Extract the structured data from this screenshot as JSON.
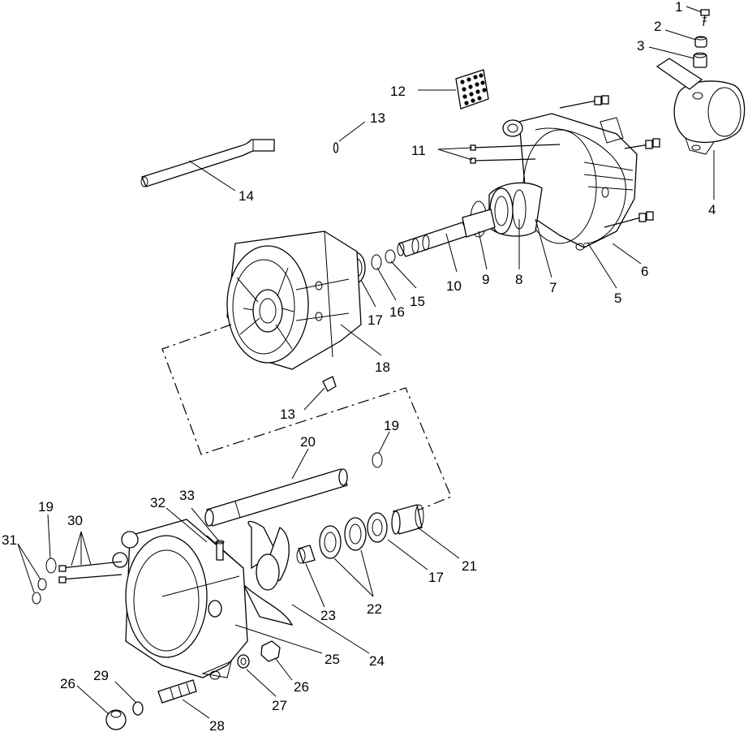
{
  "diagram": {
    "callouts": [
      "1",
      "2",
      "3",
      "4",
      "5",
      "6",
      "7",
      "8",
      "9",
      "10",
      "11",
      "12",
      "13",
      "13",
      "14",
      "15",
      "16",
      "17",
      "17",
      "18",
      "19",
      "19",
      "20",
      "21",
      "22",
      "23",
      "24",
      "25",
      "26",
      "26",
      "27",
      "28",
      "29",
      "30",
      "31",
      "32",
      "33"
    ]
  }
}
